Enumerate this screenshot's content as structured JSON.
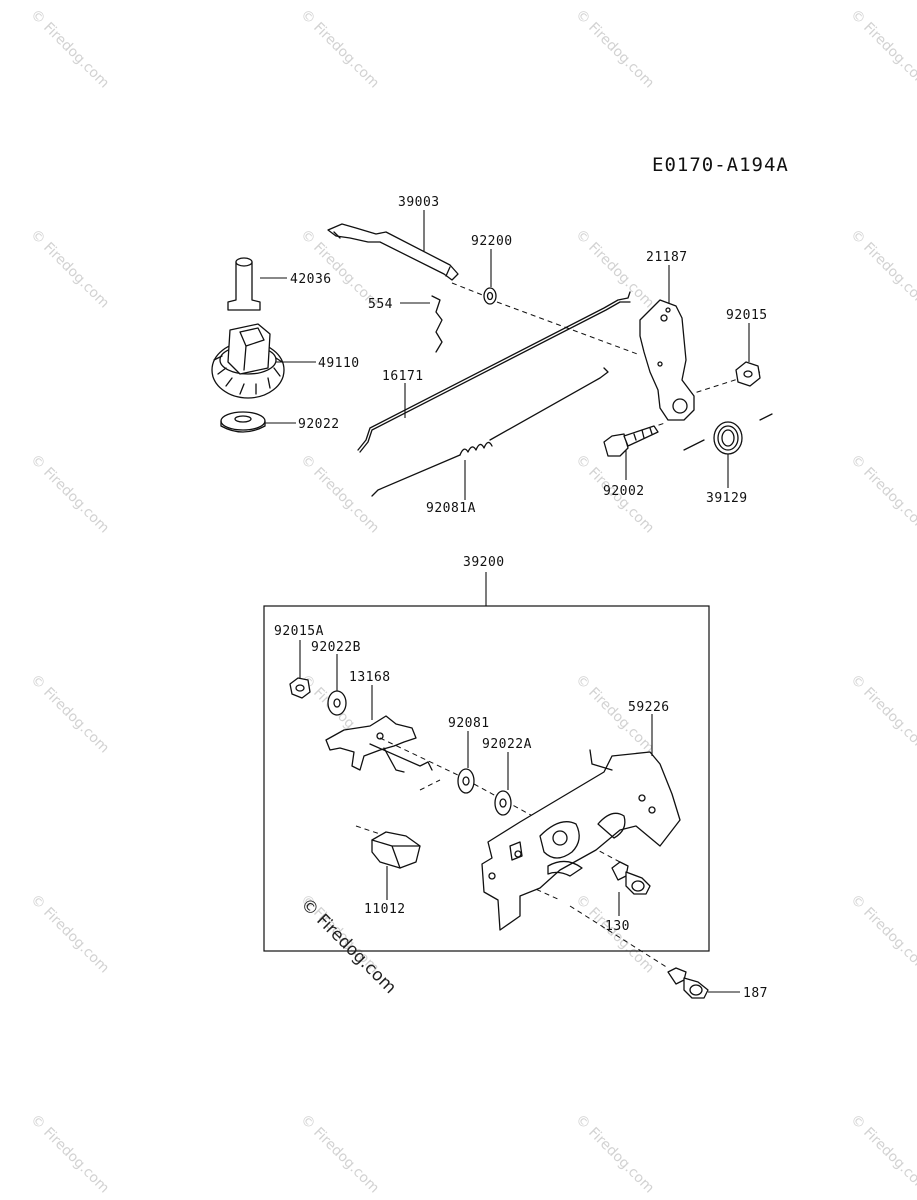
{
  "diagram_code": "E0170-A194A",
  "watermark": {
    "text": "© Firedog.com",
    "main_text": "© Firedog.com"
  },
  "parts": {
    "p39003": "39003",
    "p92200": "92200",
    "p21187": "21187",
    "p92015": "92015",
    "p42036": "42036",
    "p554": "554",
    "p49110": "49110",
    "p16171": "16171",
    "p92022": "92022",
    "p92002": "92002",
    "p39129": "39129",
    "p92081A": "92081A",
    "p39200": "39200",
    "p92015A": "92015A",
    "p92022B": "92022B",
    "p13168": "13168",
    "p92081": "92081",
    "p92022A": "92022A",
    "p59226": "59226",
    "p11012": "11012",
    "p130": "130",
    "p187": "187"
  }
}
